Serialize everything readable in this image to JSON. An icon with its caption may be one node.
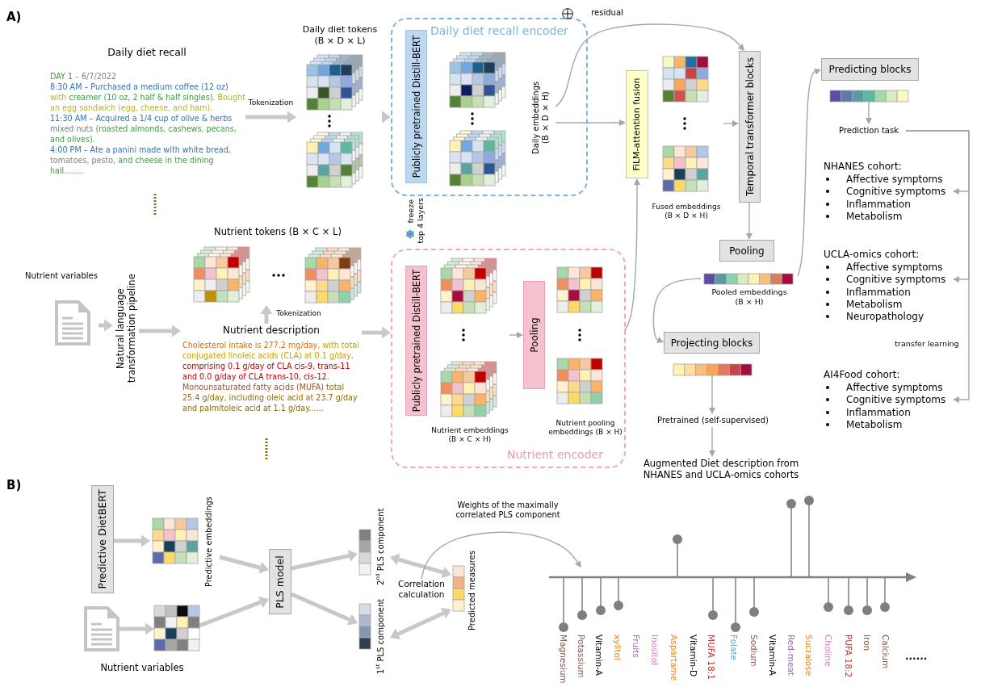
{
  "diagram": {
    "nodes": [
      {
        "text": [
          "Daily diet recall",
          "DAY 1 – 6/7/2022",
          "8:30 AM – Purchased a medium coffee (12 oz) with creamer (10 oz, 2 half & half singles). Bought an egg sandwich (egg, cheese, and ham).",
          "11:30 AM – Acquired a 1/4 cup of olive & herbs mixed nuts (roasted almonds, cashews, pecans, and olives).",
          "4:00 PM – Ate a panini made with white bread, tomatoes, pesto, and cheese in the dining hall........"
        ]
      },
      {
        "text": [
          "Daily diet tokens (B × D × L)"
        ]
      },
      {
        "text": [
          "Daily diet recall encoder"
        ]
      },
      {
        "text": [
          "Publicly pretrained Distill-BERT"
        ],
        "in": 2
      },
      {
        "text": [
          "Daily embeddings (B × D × H)"
        ],
        "in": 2
      },
      {
        "text": [
          "Nutrient tokens (B × C × L)"
        ]
      },
      {
        "text": [
          "Nutrient variables"
        ]
      },
      {
        "text": [
          "Natural language transformation pipeline"
        ]
      },
      {
        "text": [
          "Nutrient description",
          "Cholesterol intake is 277.2 mg/day, with total conjugated linoleic acids (CLA) at 0.1 g/day, comprising 0.1 g/day of CLA cis-9, trans-11 and 0.0 g/day of CLA trans-10, cis-12. Monounsaturated fatty acids (MUFA) total 25.4 g/day, including oleic acid at 23.7 g/day and palmitoleic acid at 1.1 g/day......"
        ]
      },
      {
        "text": [
          "Nutrient encoder"
        ]
      },
      {
        "text": [
          "Publicly pretrained Distill-BERT"
        ],
        "in": 9
      },
      {
        "text": [
          "Nutrient embeddings (B × C × H)"
        ],
        "in": 9
      },
      {
        "text": [
          "Pooling"
        ],
        "in": 9
      },
      {
        "text": [
          "Nutrient pooling embeddings (B × H)"
        ],
        "in": 9
      },
      {
        "text": [
          "FiLM-attention fusion"
        ]
      },
      {
        "text": [
          "Fused embeddings (B × D × H)"
        ]
      },
      {
        "text": [
          "Temporal transformer blocks"
        ]
      },
      {
        "text": [
          "Pooling"
        ]
      },
      {
        "text": [
          "Pooled embeddings (B × H)"
        ]
      },
      {
        "text": [
          "Predicting blocks"
        ]
      },
      {
        "text": [],
        "shape": "bar"
      },
      {
        "text": [
          "Prediction task"
        ]
      },
      {
        "text": [
          "NHANES cohort:",
          "Affective symptoms",
          "Cognitive symptoms",
          "Inflammation",
          "Metabolism"
        ]
      },
      {
        "text": [
          "UCLA-omics cohort:",
          "Affective symptoms",
          "Cognitive symptoms",
          "Inflammation",
          "Metabolism",
          "Neuropathology"
        ]
      },
      {
        "text": [
          "AI4Food cohort:",
          "Affective symptoms",
          "Cognitive symptoms",
          "Inflammation",
          "Metabolism"
        ]
      },
      {
        "text": [
          "Projecting blocks"
        ]
      },
      {
        "text": [],
        "shape": "bar"
      },
      {
        "text": [
          "Pretrained (self-supervised)"
        ]
      },
      {
        "text": [
          "Augmented Diet description from NHANES and UCLA-omics cohorts"
        ]
      },
      {
        "text": [
          "Predictive DietBERT"
        ]
      },
      {
        "text": [
          "Predictive embeddings"
        ]
      },
      {
        "text": [],
        "shape": "document"
      },
      {
        "text": [],
        "shape": "grid"
      },
      {
        "text": [
          "PLS model"
        ]
      },
      {
        "text": [
          "2$^{nd}$ PLS component"
        ]
      },
      {
        "text": [
          "1$^{st}$ PLS component"
        ]
      },
      {
        "text": [
          "Correlation calculation"
        ]
      },
      {
        "text": [
          "Predicted measures"
        ]
      }
    ],
    "edges": [
      {
        "from": 0,
        "to": 1,
        "arrow": "to",
        "label": "Tokenization",
        "style": "thick"
      },
      {
        "from": 1,
        "to": 2,
        "arrow": "to",
        "style": "thick"
      },
      {
        "from": 4,
        "to": 14,
        "arrow": "to"
      },
      {
        "from": 4,
        "to": 16,
        "arrow": "to",
        "label": "residual"
      },
      {
        "from": 6,
        "to": 7,
        "arrow": "to",
        "style": "thick"
      },
      {
        "from": 7,
        "to": 8,
        "arrow": "to",
        "style": "thick"
      },
      {
        "from": 8,
        "to": 5,
        "arrow": "to",
        "label": "Tokenization",
        "style": "thick"
      },
      {
        "from": 8,
        "to": 9,
        "arrow": "to",
        "style": "thick"
      },
      {
        "from": 11,
        "to": 12,
        "arrow": "to"
      },
      {
        "from": 13,
        "to": 14,
        "arrow": "to"
      },
      {
        "from": 15,
        "to": 16,
        "arrow": "to"
      },
      {
        "from": 16,
        "to": 17,
        "arrow": "to"
      },
      {
        "from": 18,
        "to": 19,
        "arrow": "to"
      },
      {
        "from": 18,
        "to": 25,
        "arrow": "to"
      },
      {
        "from": 20,
        "to": 21,
        "arrow": "to"
      },
      {
        "from": 21,
        "to": 22,
        "arrow": "to"
      },
      {
        "from": 21,
        "to": 23,
        "arrow": "to"
      },
      {
        "from": 21,
        "to": 24,
        "arrow": "to",
        "label": "transfer learning"
      },
      {
        "from": 26,
        "to": 27,
        "arrow": "to"
      },
      {
        "from": 27,
        "to": 28,
        "arrow": "to"
      },
      {
        "from": 29,
        "to": 30,
        "arrow": "to",
        "style": "thick"
      },
      {
        "from": 31,
        "to": 32,
        "arrow": "to",
        "style": "thick"
      },
      {
        "from": 30,
        "to": 33,
        "arrow": "to",
        "style": "thick"
      },
      {
        "from": 32,
        "to": 33,
        "arrow": "to",
        "style": "thick"
      },
      {
        "from": 33,
        "to": 34,
        "arrow": "to",
        "style": "thick"
      },
      {
        "from": 33,
        "to": 35,
        "arrow": "to",
        "style": "thick"
      },
      {
        "from": 34,
        "to": 37,
        "arrow": "both",
        "style": "thick"
      },
      {
        "from": 35,
        "to": 37,
        "arrow": "both",
        "style": "thick"
      },
      {
        "from": 36,
        "to": null,
        "arrow": "to",
        "label": "Weights of the maximally correlated PLS component"
      }
    ],
    "labels": [
      "A)",
      "freeze",
      "top 4 layers",
      "B)",
      "Nutrient variables",
      "Magnesium",
      "Potassium",
      "Vitamin-A",
      "xylitol",
      "Fruits",
      "Inositol",
      "Aspartame",
      "Vitamin-D",
      "MUFA 18:1",
      "Folate",
      "Sodium",
      "Vitamin-A",
      "Red-meat",
      "Sucralose",
      "Choline",
      "PUFA 18:2",
      "Iron",
      "Calcium",
      "......"
    ]
  }
}
